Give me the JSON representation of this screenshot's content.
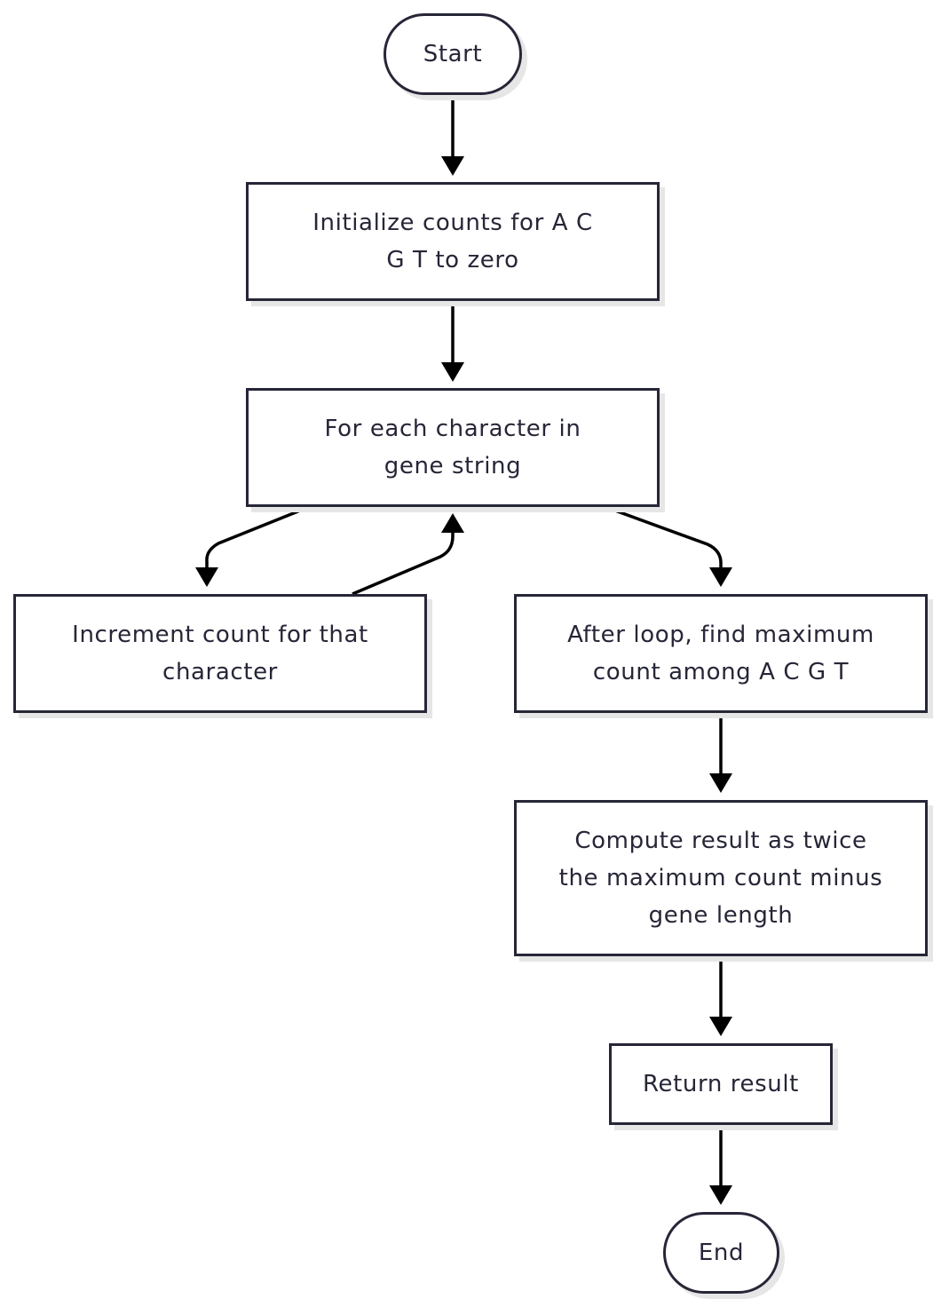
{
  "diagram": {
    "type": "flowchart",
    "colors": {
      "node_border": "#262638",
      "node_fill": "#ffffff",
      "node_shadow": "#e6e6e6",
      "text": "#262638",
      "edge": "#000000"
    },
    "nodes": {
      "start": "Start",
      "init_counts": "Initialize counts for A C G T to zero",
      "for_each_char": "For each character in gene string",
      "increment_count": "Increment count for that character",
      "find_max": "After loop, find maximum count among A C G T",
      "compute_result": "Compute result as twice the maximum count minus gene length",
      "return_result": "Return result",
      "end": "End"
    },
    "edges": [
      {
        "from": "start",
        "to": "init_counts"
      },
      {
        "from": "init_counts",
        "to": "for_each_char"
      },
      {
        "from": "for_each_char",
        "to": "increment_count"
      },
      {
        "from": "increment_count",
        "to": "for_each_char"
      },
      {
        "from": "for_each_char",
        "to": "find_max"
      },
      {
        "from": "find_max",
        "to": "compute_result"
      },
      {
        "from": "compute_result",
        "to": "return_result"
      },
      {
        "from": "return_result",
        "to": "end"
      }
    ]
  }
}
